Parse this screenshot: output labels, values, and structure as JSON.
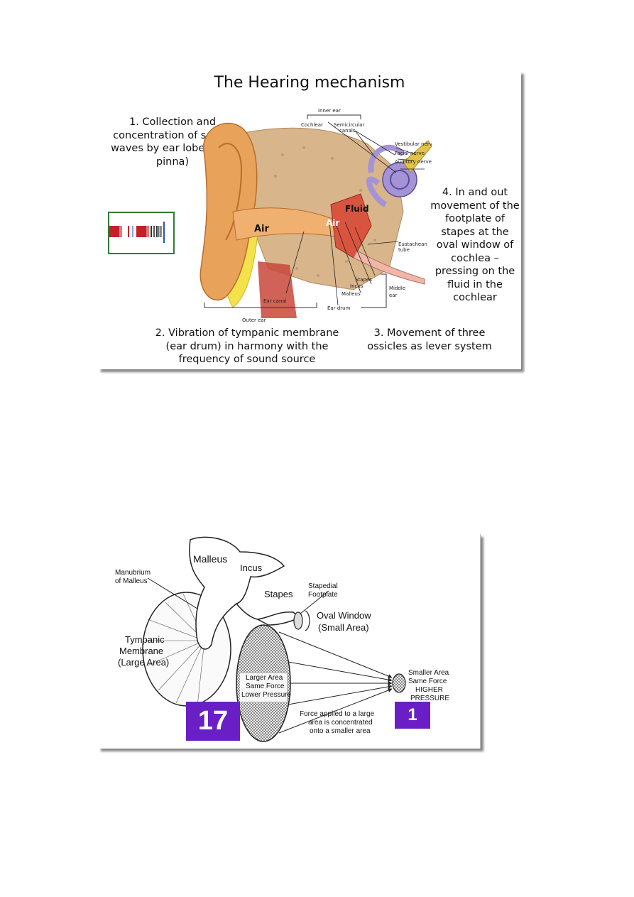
{
  "slide1": {
    "title": "The Hearing mechanism",
    "captions": {
      "step1": "1. Collection and concentration of sound waves by ear lobes (the pinna)",
      "step2": "2. Vibration of tympanic membrane (ear drum) in harmony with the frequency of sound source",
      "step3": "3. Movement of three ossicles as lever system",
      "step4": "4. In and out movement of the footplate of stapes at the oval window of cochlea – pressing on the fluid in the cochlear"
    },
    "labels": {
      "inner_ear": "Inner ear",
      "cochlear": "Cochlear",
      "semicircular": "Semicircular",
      "canals": "canals",
      "vestibular_nerve": "Vestibular nerve",
      "facial_nerve": "Facial nerve",
      "auditory_nerve": "Auditory nerve",
      "fluid": "Fluid",
      "air_outer": "Air",
      "air_middle": "Air",
      "eustachean": "Eustachean",
      "tube": "tube",
      "stapes": "Stapes",
      "incus": "Incus",
      "malleus": "Malleus",
      "middle": "Middle",
      "ear": "ear",
      "ear_drum": "Ear drum",
      "ear_canal": "Ear canal",
      "outer_ear": "Outer ear"
    },
    "colors": {
      "skin": "#e9a25a",
      "bone": "#d8b58a",
      "fluid": "#a493d6",
      "fat": "#f3e24a",
      "border": "#2e7d32"
    }
  },
  "slide2": {
    "labels": {
      "malleus": "Malleus",
      "incus": "Incus",
      "manubrium_line1": "Manubrium",
      "manubrium_line2": "of Malleus",
      "stapes": "Stapes",
      "stapedial_line1": "Stapedial",
      "stapedial_line2": "Footplate",
      "oval_window_line1": "Oval Window",
      "oval_window_line2": "(Small Area)",
      "tympanic_line1": "Tympanic",
      "tympanic_line2": "Membrane",
      "tympanic_line3": "(Large Area)",
      "larger_line1": "Larger Area",
      "larger_line2": "Same Force",
      "larger_line3": "Lower Pressure",
      "smaller_line1": "Smaller Area",
      "smaller_line2": "Same Force",
      "smaller_line3": "HIGHER",
      "smaller_line4": "PRESSURE",
      "force_line1": "Force applied to a large",
      "force_line2": "area is concentrated",
      "force_line3": "onto a smaller area"
    },
    "badge_large": "17",
    "badge_small": "1",
    "badge_color": "#6a1fc6"
  }
}
